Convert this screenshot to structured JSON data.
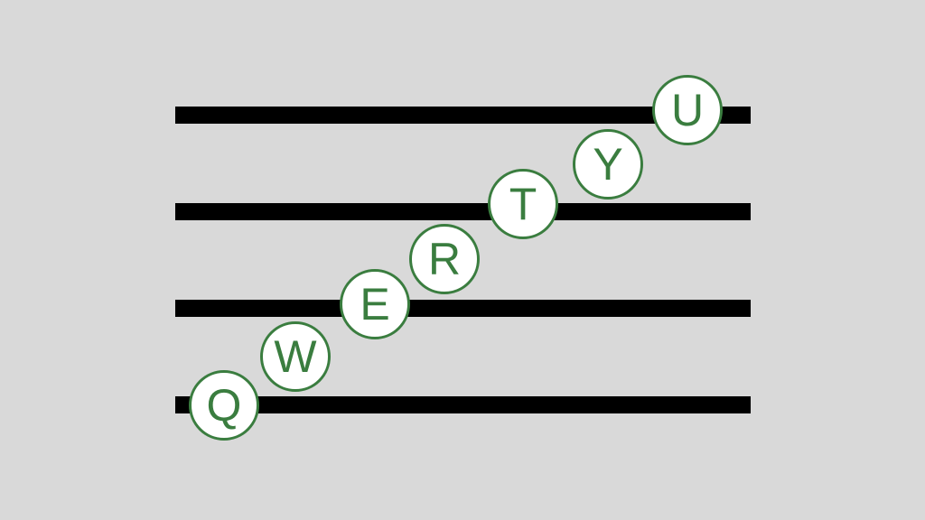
{
  "colors": {
    "background": "#d9d9d9",
    "line": "#000000",
    "key_fill": "#ffffff",
    "key_accent": "#3a7d3f"
  },
  "lines_count": 4,
  "keys": [
    {
      "letter": "Q"
    },
    {
      "letter": "W"
    },
    {
      "letter": "E"
    },
    {
      "letter": "R"
    },
    {
      "letter": "T"
    },
    {
      "letter": "Y"
    },
    {
      "letter": "U"
    }
  ]
}
